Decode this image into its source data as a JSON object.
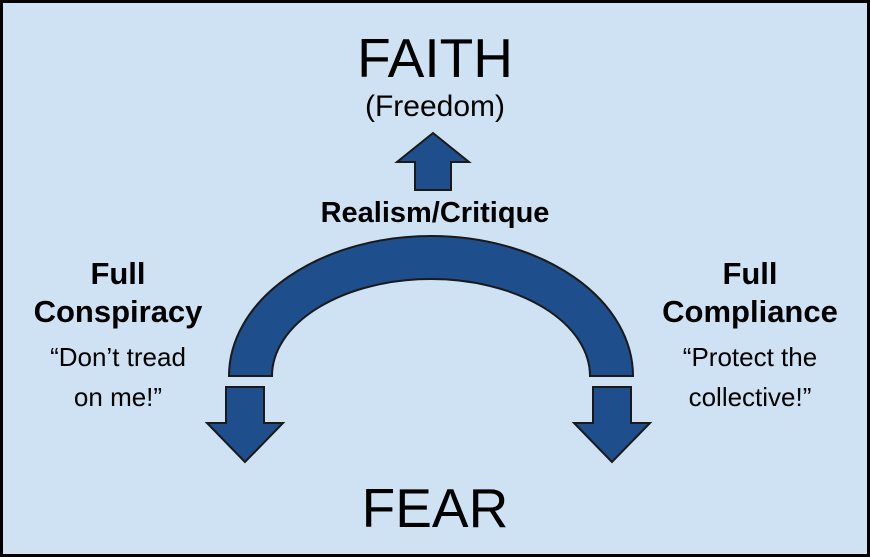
{
  "colors": {
    "background": "#CFE2F3",
    "border": "#000000",
    "shape_fill": "#1F4E8C",
    "shape_outline": "#1A1A1A",
    "text": "#000000"
  },
  "diagram": {
    "top_title": "FAITH",
    "top_subtitle": "(Freedom)",
    "center_label": "Realism/Critique",
    "bottom_title": "FEAR",
    "left": {
      "heading_lines": [
        "Full",
        "Conspiracy"
      ],
      "quote_lines": [
        "“Don’t tread",
        "on me!”"
      ]
    },
    "right": {
      "heading_lines": [
        "Full",
        "Compliance"
      ],
      "quote_lines": [
        "“Protect the",
        "collective!”"
      ]
    },
    "icons": {
      "up_arrow": "block-arrow-up",
      "arch": "arched-bridge-arrow",
      "down_arrow_left": "block-arrow-down",
      "down_arrow_right": "block-arrow-down"
    }
  }
}
